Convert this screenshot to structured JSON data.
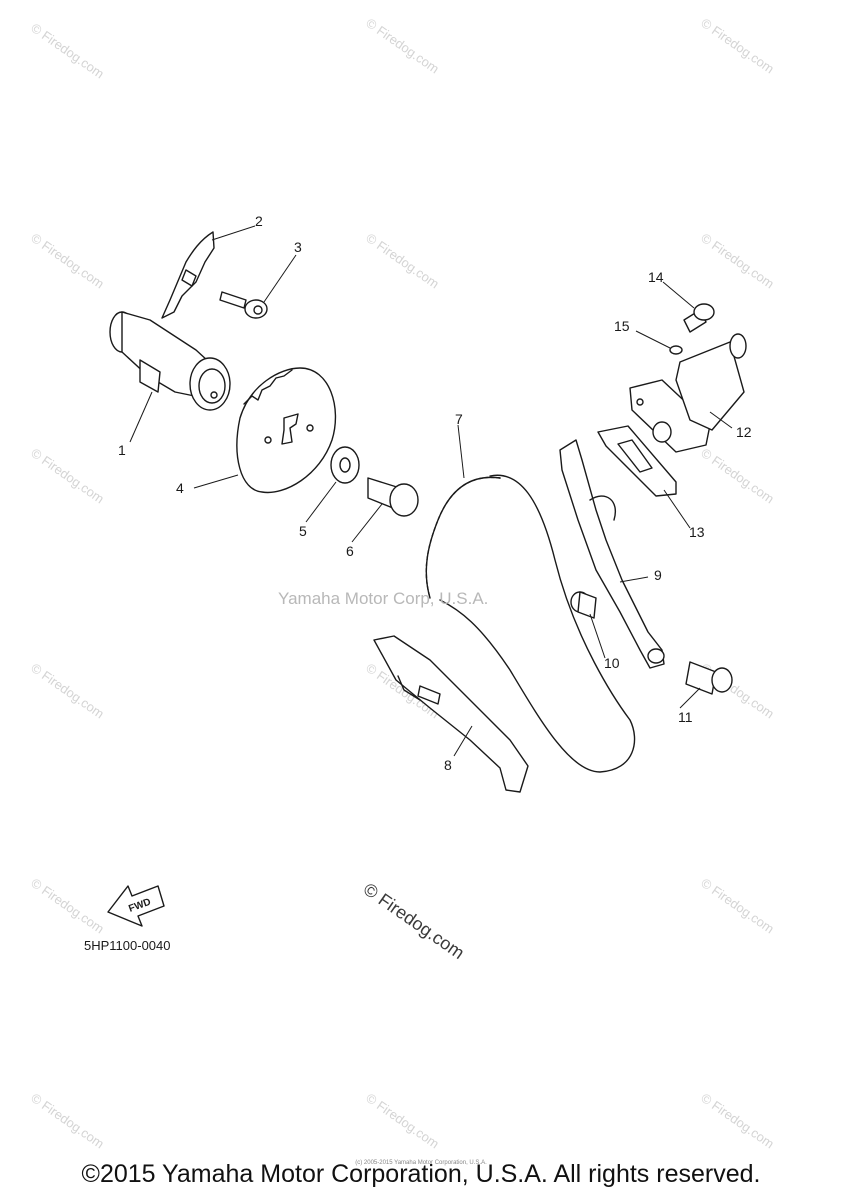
{
  "diagram": {
    "callouts": [
      "1",
      "2",
      "3",
      "4",
      "5",
      "6",
      "7",
      "8",
      "9",
      "10",
      "11",
      "12",
      "13",
      "14",
      "15"
    ],
    "center_watermark": "Yamaha Motor Corp, U.S.A.",
    "corner_watermark": "© Firedog.com",
    "main_watermark": "© Firedog.com",
    "fwd_label": "FWD",
    "diagram_code": "5HP1100-0040"
  },
  "footer": {
    "copyright": "©2015 Yamaha Motor Corporation, U.S.A. All rights reserved.",
    "small_print": "(c) 2005-2015 Yamaha Motor Corporation, U.S.A."
  }
}
